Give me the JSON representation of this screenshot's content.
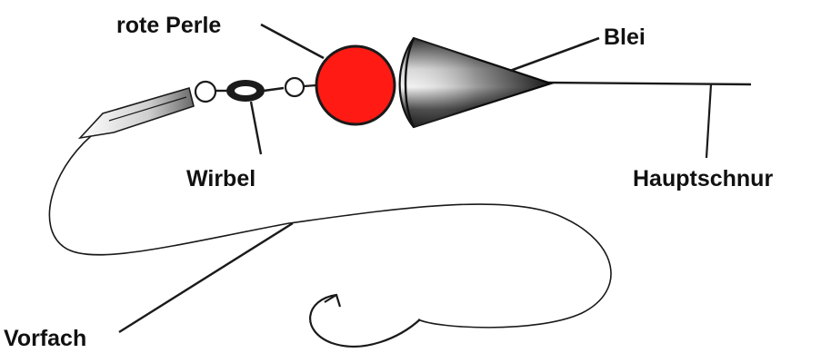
{
  "labels": {
    "rote_perle": "rote Perle",
    "blei": "Blei",
    "wirbel": "Wirbel",
    "hauptschnur": "Hauptschnur",
    "vorfach": "Vorfach"
  },
  "colors": {
    "bead": "#ff1a14",
    "ink": "#111111",
    "background": "#ffffff"
  }
}
